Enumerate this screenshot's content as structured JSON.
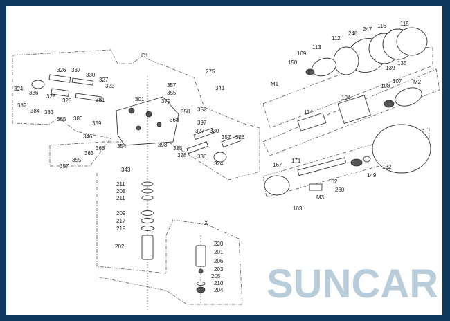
{
  "watermark": "SUNCAR",
  "labels": [
    "C1",
    "326",
    "337",
    "330",
    "327",
    "323",
    "324",
    "336",
    "328",
    "325",
    "382",
    "384",
    "383",
    "385",
    "381",
    "301",
    "357",
    "355",
    "379",
    "275",
    "341",
    "358",
    "352",
    "368",
    "380",
    "359",
    "397",
    "327",
    "330",
    "357",
    "326",
    "346",
    "366",
    "354",
    "398",
    "325",
    "328",
    "336",
    "324",
    "363",
    "357",
    "355",
    "343",
    "211",
    "208",
    "211",
    "209",
    "217",
    "219",
    "202",
    "X",
    "220",
    "201",
    "206",
    "203",
    "205",
    "210",
    "204",
    "115",
    "116",
    "247",
    "248",
    "112",
    "113",
    "109",
    "150",
    "135",
    "139",
    "M1",
    "107",
    "108",
    "M2",
    "104",
    "114",
    "171",
    "167",
    "102",
    "132",
    "149",
    "260",
    "M3",
    "103"
  ],
  "colors": {
    "frame": "#0d3a5e",
    "watermark": "#7fa3bd"
  }
}
